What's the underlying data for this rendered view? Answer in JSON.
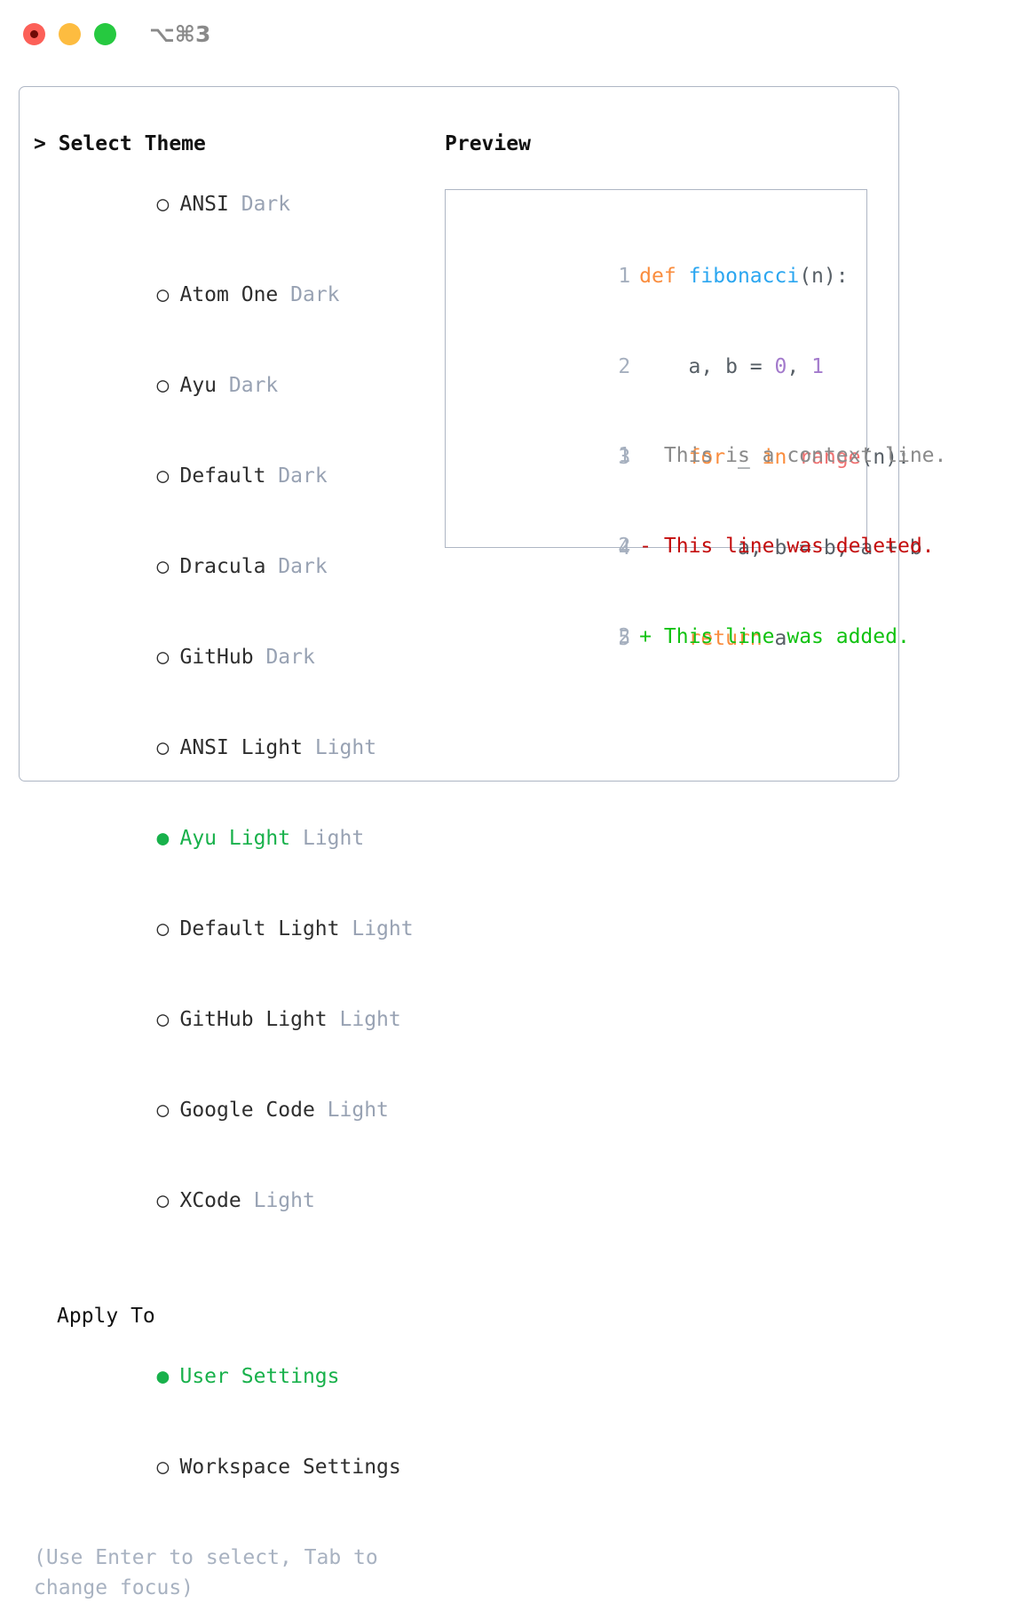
{
  "window": {
    "shortcut": "⌥⌘3",
    "traffic_lights": [
      {
        "name": "close",
        "color": "#FC6058"
      },
      {
        "name": "minimize",
        "color": "#FDBC40"
      },
      {
        "name": "maximize",
        "color": "#26C940"
      }
    ]
  },
  "theme_picker": {
    "heading": "> Select Theme",
    "items": [
      {
        "marker": "○",
        "label": "ANSI",
        "badge": "Dark",
        "selected": false
      },
      {
        "marker": "○",
        "label": "Atom One",
        "badge": "Dark",
        "selected": false
      },
      {
        "marker": "○",
        "label": "Ayu",
        "badge": "Dark",
        "selected": false
      },
      {
        "marker": "○",
        "label": "Default",
        "badge": "Dark",
        "selected": false
      },
      {
        "marker": "○",
        "label": "Dracula",
        "badge": "Dark",
        "selected": false
      },
      {
        "marker": "○",
        "label": "GitHub",
        "badge": "Dark",
        "selected": false
      },
      {
        "marker": "○",
        "label": "ANSI Light",
        "badge": "Light",
        "selected": false
      },
      {
        "marker": "●",
        "label": "Ayu Light",
        "badge": "Light",
        "selected": true
      },
      {
        "marker": "○",
        "label": "Default Light",
        "badge": "Light",
        "selected": false
      },
      {
        "marker": "○",
        "label": "GitHub Light",
        "badge": "Light",
        "selected": false
      },
      {
        "marker": "○",
        "label": "Google Code",
        "badge": "Light",
        "selected": false
      },
      {
        "marker": "○",
        "label": "XCode",
        "badge": "Light",
        "selected": false
      }
    ]
  },
  "apply_to": {
    "heading": "Apply To",
    "items": [
      {
        "marker": "●",
        "label": "User Settings",
        "selected": true
      },
      {
        "marker": "○",
        "label": "Workspace Settings",
        "selected": false
      }
    ]
  },
  "hint": "(Use Enter to select, Tab to\nchange focus)",
  "preview": {
    "title": "Preview",
    "code_lines": [
      {
        "number": "1",
        "tokens": [
          {
            "text": "def ",
            "type": "keyword"
          },
          {
            "text": "fibonacci",
            "type": "function"
          },
          {
            "text": "(n):",
            "type": "punctuation"
          }
        ]
      },
      {
        "number": "2",
        "tokens": [
          {
            "text": "    a, b = ",
            "type": "plain"
          },
          {
            "text": "0",
            "type": "number"
          },
          {
            "text": ", ",
            "type": "plain"
          },
          {
            "text": "1",
            "type": "number"
          }
        ]
      },
      {
        "number": "3",
        "tokens": [
          {
            "text": "    ",
            "type": "plain"
          },
          {
            "text": "for",
            "type": "keyword"
          },
          {
            "text": " _ ",
            "type": "plain"
          },
          {
            "text": "in",
            "type": "keyword"
          },
          {
            "text": " ",
            "type": "plain"
          },
          {
            "text": "range",
            "type": "builtin"
          },
          {
            "text": "(n):",
            "type": "punctuation"
          }
        ]
      },
      {
        "number": "4",
        "tokens": [
          {
            "text": "        a, b = b, a + b",
            "type": "plain"
          }
        ]
      },
      {
        "number": "5",
        "tokens": [
          {
            "text": "    ",
            "type": "plain"
          },
          {
            "text": "return",
            "type": "keyword"
          },
          {
            "text": " a",
            "type": "plain"
          }
        ]
      }
    ],
    "diff_lines": [
      {
        "number": "1",
        "sign": " ",
        "text": " This is a context line.",
        "type": "context"
      },
      {
        "number": "2",
        "sign": "-",
        "text": " This line was deleted.",
        "type": "deleted"
      },
      {
        "number": "2",
        "sign": "+",
        "text": " This line was added.",
        "type": "added"
      }
    ]
  },
  "colors": {
    "keyword": "#FA8D3E",
    "function": "#2BA6F0",
    "number": "#A37ACC",
    "builtin": "#F07171",
    "plain": "#575F66",
    "line_number": "#A5AFBE",
    "selected": "#18B14B",
    "badge": "#98A2B3",
    "hint": "#A8B2C1",
    "border": "#AEB6C4",
    "diff_context": "#8A8A8A",
    "diff_deleted": "#C40D0D",
    "diff_added": "#11C211"
  }
}
